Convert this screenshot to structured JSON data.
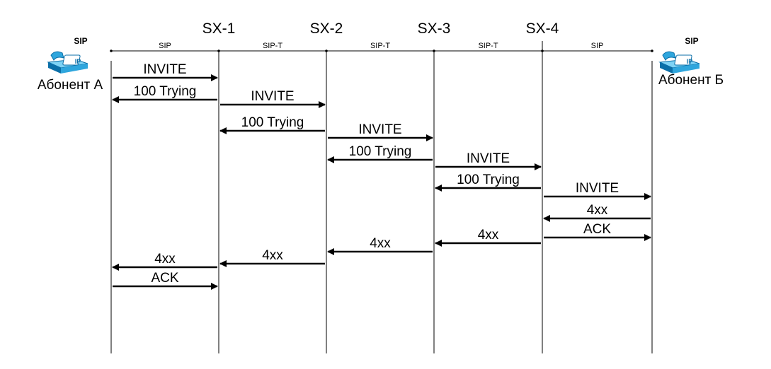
{
  "nodes": [
    {
      "id": "A",
      "label": ""
    },
    {
      "id": "SX1",
      "label": "SX-1"
    },
    {
      "id": "SX2",
      "label": "SX-2"
    },
    {
      "id": "SX3",
      "label": "SX-3"
    },
    {
      "id": "SX4",
      "label": "SX-4"
    },
    {
      "id": "B",
      "label": ""
    }
  ],
  "segments": [
    "SIP",
    "SIP-T",
    "SIP-T",
    "SIP-T",
    "SIP"
  ],
  "subscribers": {
    "a": {
      "name": "Абонент А",
      "tag": "SIP",
      "badge": "IP"
    },
    "b": {
      "name": "Абонент Б",
      "tag": "SIP",
      "badge": "IP"
    }
  },
  "messages": [
    {
      "from": 0,
      "to": 1,
      "label": "INVITE"
    },
    {
      "from": 1,
      "to": 0,
      "label": "100 Trying"
    },
    {
      "from": 1,
      "to": 2,
      "label": "INVITE"
    },
    {
      "from": 2,
      "to": 1,
      "label": "100 Trying"
    },
    {
      "from": 2,
      "to": 3,
      "label": "INVITE"
    },
    {
      "from": 3,
      "to": 2,
      "label": "100 Trying"
    },
    {
      "from": 3,
      "to": 4,
      "label": "INVITE"
    },
    {
      "from": 4,
      "to": 3,
      "label": "100 Trying"
    },
    {
      "from": 4,
      "to": 5,
      "label": "INVITE"
    },
    {
      "from": 5,
      "to": 4,
      "label": "4xx"
    },
    {
      "from": 4,
      "to": 5,
      "label": "ACK"
    },
    {
      "from": 4,
      "to": 3,
      "label": "4xx"
    },
    {
      "from": 3,
      "to": 2,
      "label": "4xx"
    },
    {
      "from": 2,
      "to": 1,
      "label": "4xx"
    },
    {
      "from": 1,
      "to": 0,
      "label": "4xx"
    },
    {
      "from": 0,
      "to": 1,
      "label": "ACK"
    }
  ],
  "colors": {
    "line": "#000000",
    "phone_light": "#7fd3f5",
    "phone_mid": "#2fa6dd",
    "phone_dark": "#0b6fa8"
  }
}
